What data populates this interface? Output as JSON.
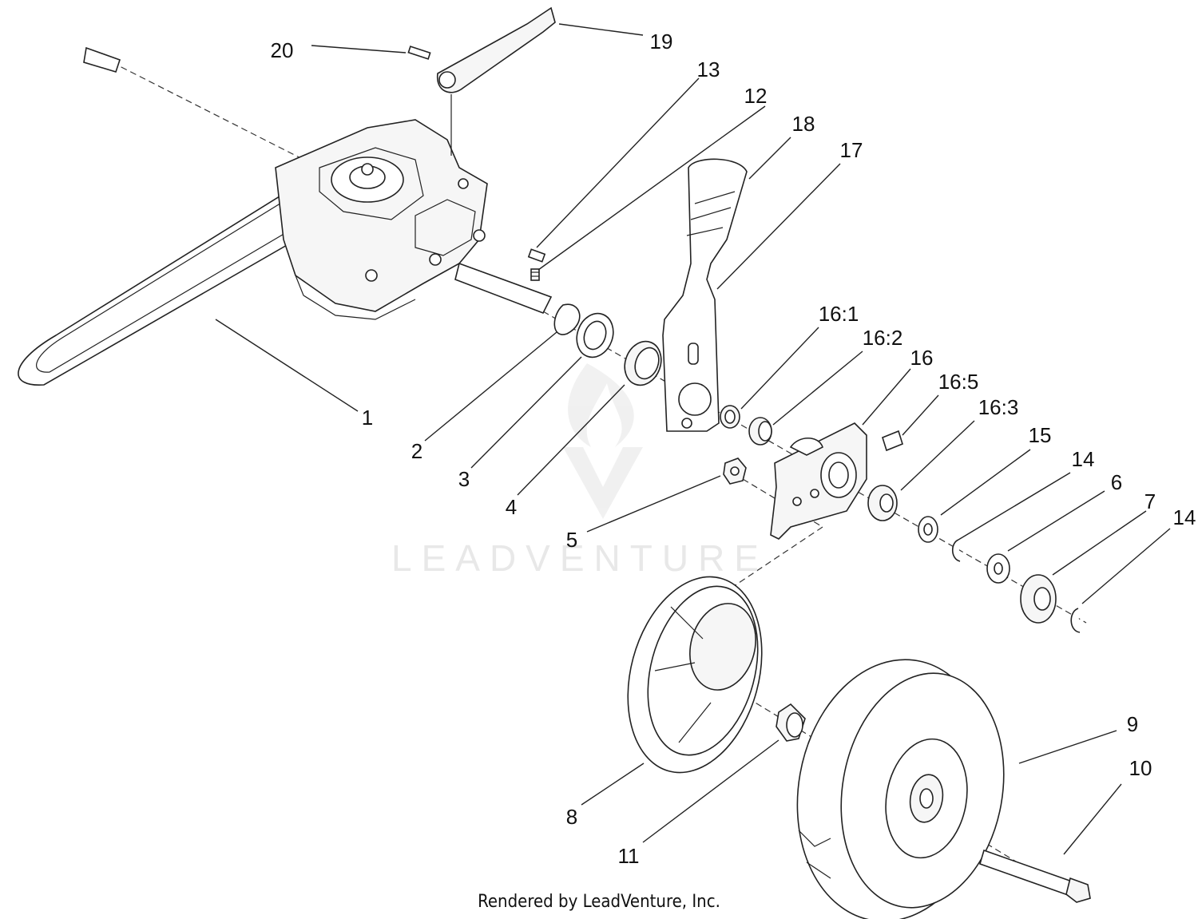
{
  "watermark": "LEADVENTURE",
  "caption": "Rendered by LeadVenture, Inc.",
  "callouts": [
    {
      "id": "1",
      "label": "1"
    },
    {
      "id": "2",
      "label": "2"
    },
    {
      "id": "3",
      "label": "3"
    },
    {
      "id": "4",
      "label": "4"
    },
    {
      "id": "5",
      "label": "5"
    },
    {
      "id": "6",
      "label": "6"
    },
    {
      "id": "7",
      "label": "7"
    },
    {
      "id": "8",
      "label": "8"
    },
    {
      "id": "9",
      "label": "9"
    },
    {
      "id": "10",
      "label": "10"
    },
    {
      "id": "11",
      "label": "11"
    },
    {
      "id": "12",
      "label": "12"
    },
    {
      "id": "13",
      "label": "13"
    },
    {
      "id": "14a",
      "label": "14"
    },
    {
      "id": "14b",
      "label": "14"
    },
    {
      "id": "15",
      "label": "15"
    },
    {
      "id": "16",
      "label": "16"
    },
    {
      "id": "16-1",
      "label": "16:1"
    },
    {
      "id": "16-2",
      "label": "16:2"
    },
    {
      "id": "16-3",
      "label": "16:3"
    },
    {
      "id": "16-5",
      "label": "16:5"
    },
    {
      "id": "17",
      "label": "17"
    },
    {
      "id": "18",
      "label": "18"
    },
    {
      "id": "19",
      "label": "19"
    },
    {
      "id": "20",
      "label": "20"
    }
  ]
}
